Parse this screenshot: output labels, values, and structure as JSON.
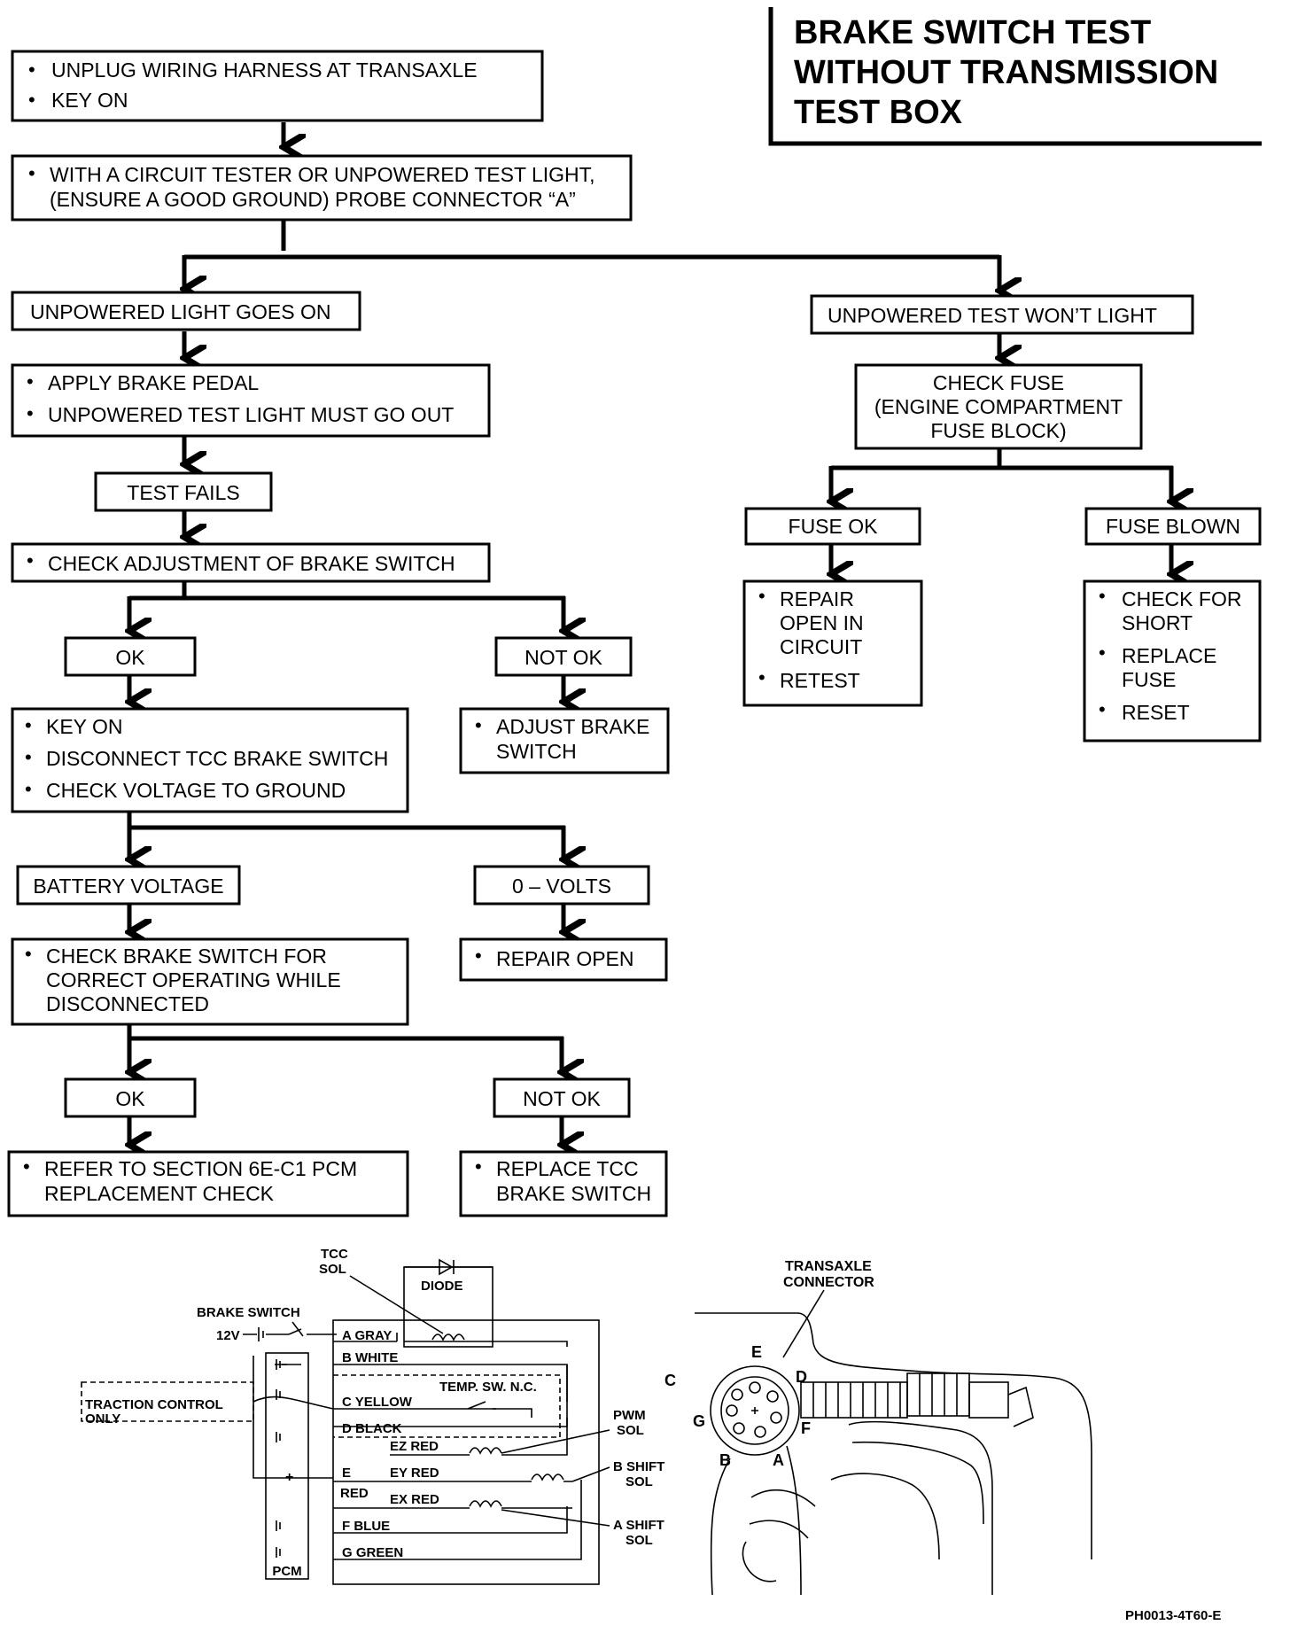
{
  "title": {
    "line1": "BRAKE SWITCH TEST",
    "line2": "WITHOUT TRANSMISSION",
    "line3": "TEST BOX"
  },
  "flowchart": {
    "step1": {
      "bullets": [
        "UNPLUG WIRING HARNESS AT TRANSAXLE",
        "KEY ON"
      ]
    },
    "step2": {
      "lines": [
        "WITH A CIRCUIT TESTER OR UNPOWERED TEST LIGHT,",
        "(ENSURE A GOOD GROUND) PROBE CONNECTOR “A”"
      ]
    },
    "light_on": "UNPOWERED LIGHT GOES ON",
    "light_off": "UNPOWERED TEST WON’T LIGHT",
    "apply_brake": {
      "bullets": [
        "APPLY BRAKE PEDAL",
        "UNPOWERED TEST LIGHT MUST GO OUT"
      ]
    },
    "test_fails": "TEST FAILS",
    "check_adjust": "CHECK ADJUSTMENT OF BRAKE SWITCH",
    "ok1": "OK",
    "not_ok1": "NOT OK",
    "key_on_steps": {
      "bullets": [
        "KEY ON",
        "DISCONNECT TCC BRAKE SWITCH",
        "CHECK VOLTAGE TO GROUND"
      ]
    },
    "adjust_switch": {
      "lines": [
        "ADJUST BRAKE",
        "SWITCH"
      ]
    },
    "battery_voltage": "BATTERY VOLTAGE",
    "zero_volts": "0 – VOLTS",
    "check_operating": {
      "lines": [
        "CHECK BRAKE SWITCH FOR",
        "CORRECT OPERATING WHILE",
        "DISCONNECTED"
      ]
    },
    "repair_open": "REPAIR OPEN",
    "ok2": "OK",
    "not_ok2": "NOT OK",
    "refer_section": {
      "lines": [
        "REFER TO SECTION 6E-C1 PCM",
        "REPLACEMENT CHECK"
      ]
    },
    "replace_tcc": {
      "lines": [
        "REPLACE TCC",
        "BRAKE SWITCH"
      ]
    },
    "check_fuse": {
      "lines": [
        "CHECK FUSE",
        "(ENGINE COMPARTMENT",
        "FUSE BLOCK)"
      ]
    },
    "fuse_ok": "FUSE OK",
    "fuse_blown": "FUSE BLOWN",
    "repair_open_circuit": {
      "bullet1": [
        "REPAIR",
        "OPEN IN",
        "CIRCUIT"
      ],
      "bullet2": [
        "RETEST"
      ]
    },
    "check_short": {
      "bullet1": [
        "CHECK FOR",
        "SHORT"
      ],
      "bullet2": [
        "REPLACE",
        "FUSE"
      ],
      "bullet3": [
        "RESET"
      ]
    }
  },
  "schematic": {
    "tcc_sol": [
      "TCC",
      "SOL"
    ],
    "diode": "DIODE",
    "brake_switch": "BRAKE SWITCH",
    "v12": "12V",
    "traction_control": [
      "TRACTION CONTROL",
      "ONLY"
    ],
    "temp_sw": "TEMP. SW. N.C.",
    "pcm": "PCM",
    "pins": [
      "A GRAY",
      "B WHITE",
      "C YELLOW",
      "D BLACK",
      "E",
      "RED",
      "F BLUE",
      "G GREEN"
    ],
    "wires": [
      "EZ RED",
      "EY RED",
      "EX RED"
    ],
    "pwm_sol": [
      "PWM",
      "SOL"
    ],
    "b_shift_sol": [
      "B SHIFT",
      "SOL"
    ],
    "a_shift_sol": [
      "A SHIFT",
      "SOL"
    ],
    "plus": "+"
  },
  "connector": {
    "label": [
      "TRANSAXLE",
      "CONNECTOR"
    ],
    "pins": [
      "A",
      "B",
      "C",
      "D",
      "E",
      "F",
      "G"
    ]
  },
  "figure_code": "PH0013-4T60-E"
}
